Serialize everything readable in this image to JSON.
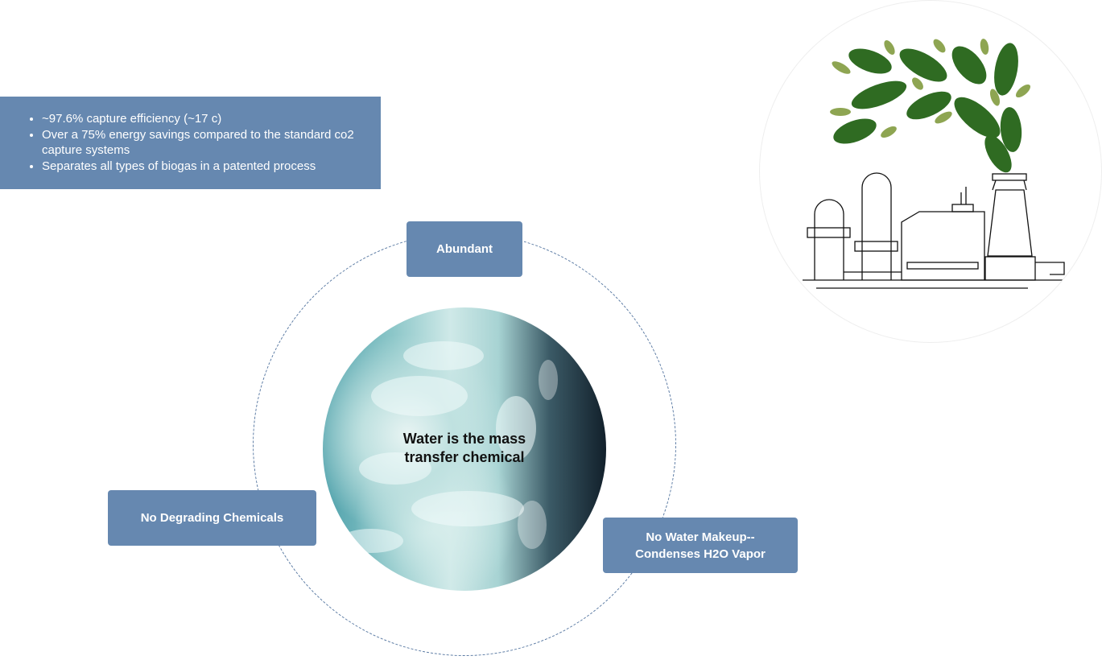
{
  "info_box": {
    "bullets": [
      "~97.6% capture efficiency (~17 c)",
      "Over a 75% energy savings compared to the standard co2 capture systems",
      "Separates all types of biogas in a patented process"
    ]
  },
  "center": {
    "label_line1": "Water is the mass",
    "label_line2": "transfer chemical"
  },
  "nodes": {
    "top": "Abundant",
    "left": "No Degrading Chemicals",
    "right_line1": "No Water Makeup--",
    "right_line2": "Condenses H2O Vapor"
  },
  "colors": {
    "box": "#6688b0",
    "ring": "#5a7aa3"
  }
}
